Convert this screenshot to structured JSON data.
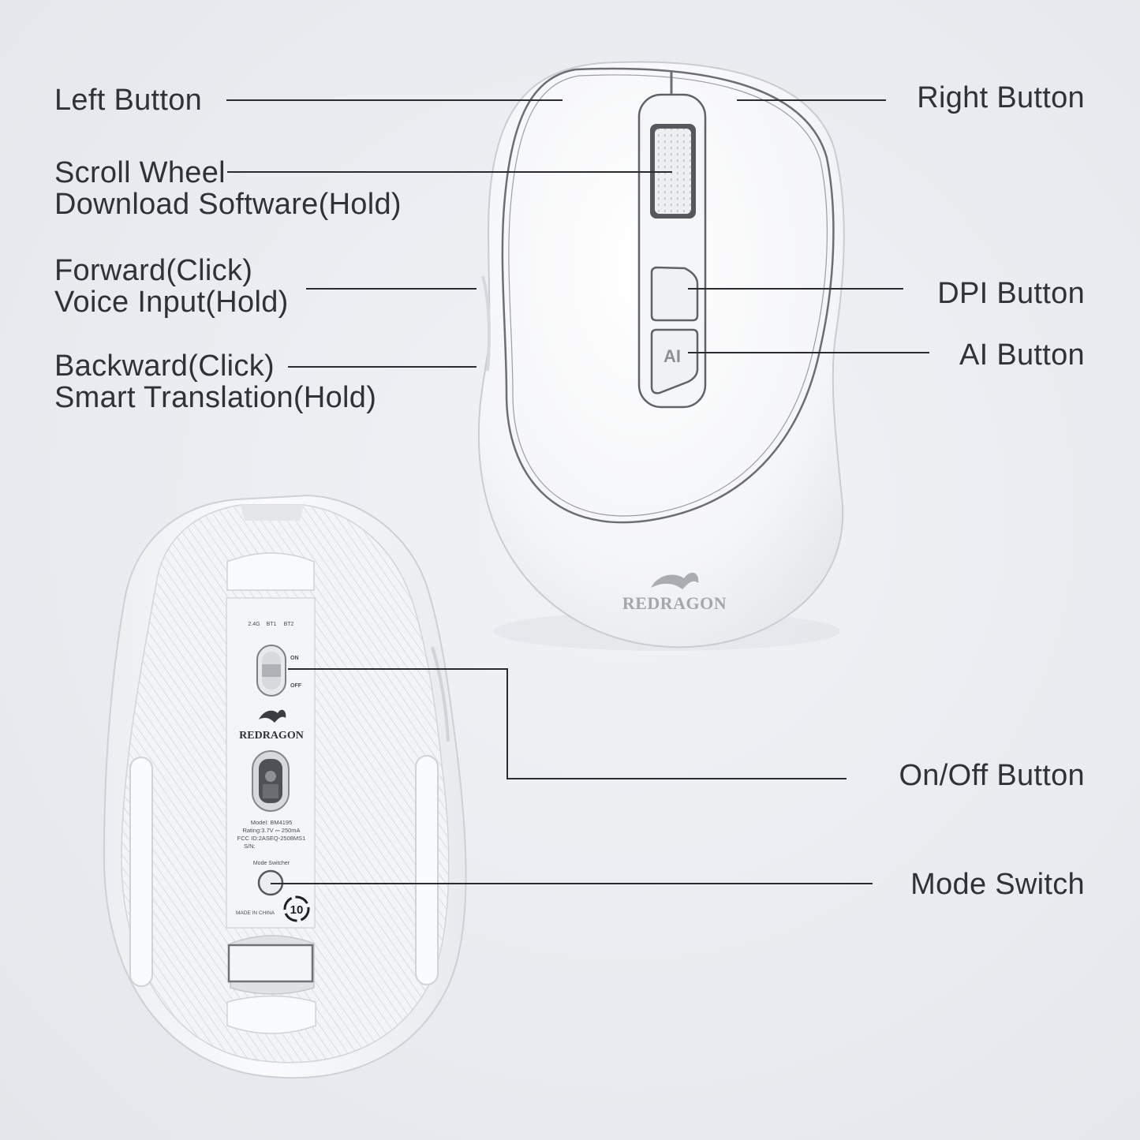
{
  "callouts": {
    "left_button": "Left Button",
    "right_button": "Right Button",
    "scroll_wheel": [
      "Scroll Wheel",
      "Download Software(Hold)"
    ],
    "forward": [
      "Forward(Click)",
      "Voice Input(Hold)"
    ],
    "backward": [
      "Backward(Click)",
      "Smart Translation(Hold)"
    ],
    "dpi_button": "DPI Button",
    "ai_button": "AI Button",
    "on_off_button": "On/Off Button",
    "mode_switch": "Mode Switch"
  },
  "top_mouse": {
    "ai_key_text": "AI",
    "brand_logo": "REDRAGON",
    "logo_icon": "dragon-logo-icon"
  },
  "bottom_mouse": {
    "modes": [
      "2.4G",
      "BT1",
      "BT2"
    ],
    "switch_on": "ON",
    "switch_off": "OFF",
    "brand_logo": "REDRAGON",
    "spec_lines": [
      "Model: BM4195",
      "Rating:3.7V ⎓ 250mA",
      "FCC ID:2ASEQ-2508MS1",
      "S/N:"
    ],
    "mode_switcher_label": "Mode Switcher",
    "made_in": "MADE IN CHINA",
    "recycle_badge": "10"
  },
  "colors": {
    "background": "#eaedf1",
    "mouse_body": "#f7f8f9",
    "outline": "#6b6e73",
    "leader_line": "#2a2c2f"
  }
}
